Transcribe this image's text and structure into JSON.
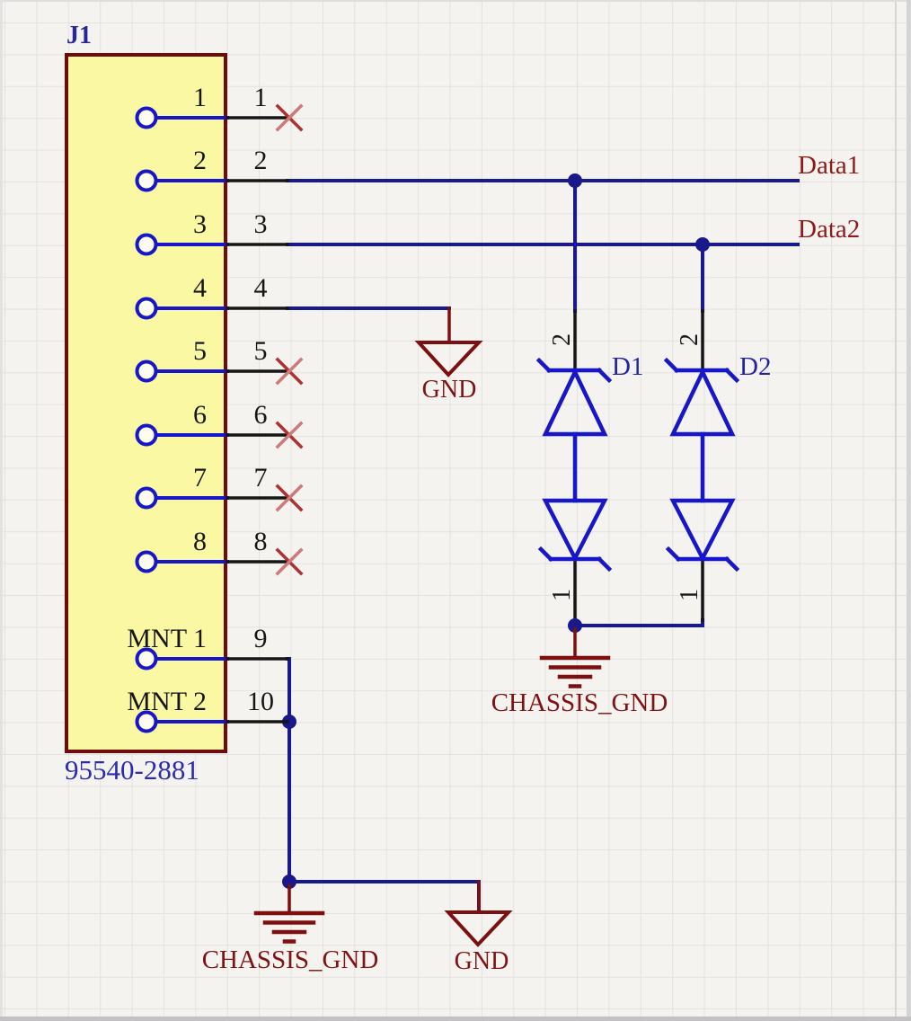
{
  "connector": {
    "designator": "J1",
    "comment": "95540-2881",
    "pins": [
      {
        "name": "1",
        "number": "1",
        "type": "nc"
      },
      {
        "name": "2",
        "number": "2",
        "type": "wire",
        "net": "Data1"
      },
      {
        "name": "3",
        "number": "3",
        "type": "wire",
        "net": "Data2"
      },
      {
        "name": "4",
        "number": "4",
        "type": "wire",
        "net": "GND"
      },
      {
        "name": "5",
        "number": "5",
        "type": "nc"
      },
      {
        "name": "6",
        "number": "6",
        "type": "nc"
      },
      {
        "name": "7",
        "number": "7",
        "type": "nc"
      },
      {
        "name": "8",
        "number": "8",
        "type": "nc"
      },
      {
        "name": "MNT 1",
        "number": "9",
        "type": "wire",
        "net": "CHASSIS_GND"
      },
      {
        "name": "MNT 2",
        "number": "10",
        "type": "wire",
        "net": "CHASSIS_GND"
      }
    ]
  },
  "net_labels": [
    {
      "text": "Data1"
    },
    {
      "text": "Data2"
    }
  ],
  "diodes": [
    {
      "designator": "D1",
      "pin_top": "2",
      "pin_bottom": "1"
    },
    {
      "designator": "D2",
      "pin_top": "2",
      "pin_bottom": "1"
    }
  ],
  "power_ports": {
    "gnd_mid": "GND",
    "chassis_upper": "CHASSIS_GND",
    "chassis_lower": "CHASSIS_GND",
    "gnd_lower": "GND"
  },
  "colors": {
    "wire": "#19198C",
    "pin_graphic_blue": "#1717C9",
    "pin_black": "#151515",
    "connector_fill": "#FBF8A3",
    "connector_border": "#6E0B0B",
    "power_port": "#7C1010",
    "net_label_text": "#8C1A1A",
    "designator_text": "#26269E",
    "comment_text": "#2B2BB0",
    "nc_cross_dark": "#AD3333",
    "nc_cross_light": "#CC7A7A",
    "sheet_background": "#F5F3F0",
    "grid_line": "#E4E2DE"
  }
}
